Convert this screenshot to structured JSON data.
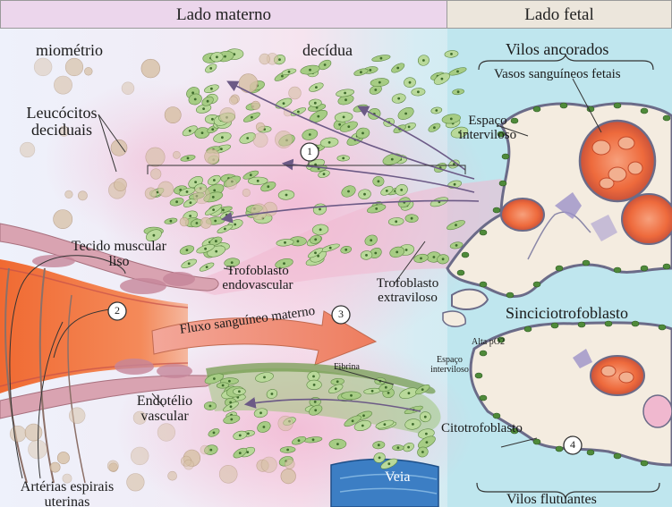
{
  "headers": {
    "maternal_side": "Lado materno",
    "fetal_side": "Lado fetal"
  },
  "labels": {
    "myometrium": "miométrio",
    "decidua": "decídua",
    "anchoring_villi": "Vilos ancorados",
    "fetal_vessels": "Vasos sanguíneos fetais",
    "intervillous_space_top": "Espaço interviloso",
    "decidual_leukocytes": "Leucócitos deciduais",
    "smooth_muscle": "Tecido muscular liso",
    "endovascular_trophoblast": "Trofoblasto endovascular",
    "extravillous_trophoblast": "Trofoblasto extraviloso",
    "syncytiotrophoblast": "Sinciciotrofoblasto",
    "maternal_blood_flow": "Fluxo sanguíneo materno",
    "high_po2": "Alta pO2",
    "fibrin": "Fibrina",
    "intervillous_space_bottom": "Espaço interviloso",
    "vascular_endothelium": "Endotélio vascular",
    "cytotrophoblast": "Citotrofoblasto",
    "vein": "Veia",
    "uterine_spiral_arteries": "Artérias espirais uterinas",
    "floating_villi": "Vilos flutuantes"
  },
  "markers": [
    "1",
    "2",
    "3",
    "4"
  ],
  "colors": {
    "maternal_header": "#ecd6ec",
    "fetal_header": "#ece6dc",
    "fetal_background": "#bfe6ee",
    "decidua_pink": "#f3c6dc",
    "artery_orange": "#f2703a",
    "villus_cream": "#f4ece0",
    "cell_green": "#9cc878",
    "vein_blue": "#3c7ec4"
  }
}
